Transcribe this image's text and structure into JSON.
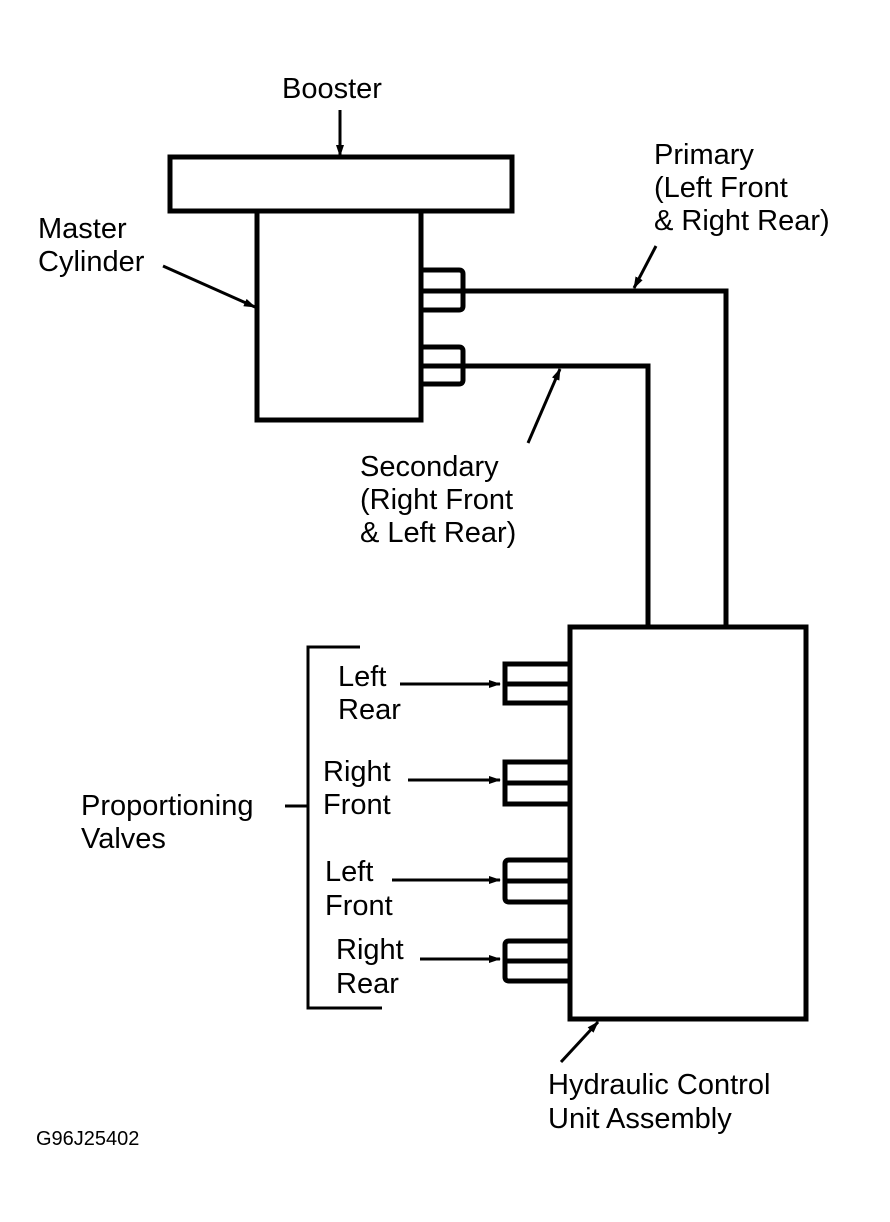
{
  "labels": {
    "booster": "Booster",
    "master_cylinder": [
      "Master",
      "Cylinder"
    ],
    "primary": [
      "Primary",
      "(Left Front",
      "& Right Rear)"
    ],
    "secondary": [
      "Secondary",
      "(Right Front",
      "& Left Rear)"
    ],
    "proportioning_valves": [
      "Proportioning",
      "Valves"
    ],
    "valves": [
      {
        "line1": "Left",
        "line2": "Rear"
      },
      {
        "line1": "Right",
        "line2": "Front"
      },
      {
        "line1": "Left",
        "line2": "Front"
      },
      {
        "line1": "Right",
        "line2": "Rear"
      }
    ],
    "hcu": [
      "Hydraulic Control",
      "Unit Assembly"
    ],
    "figure_code": "G96J25402"
  }
}
